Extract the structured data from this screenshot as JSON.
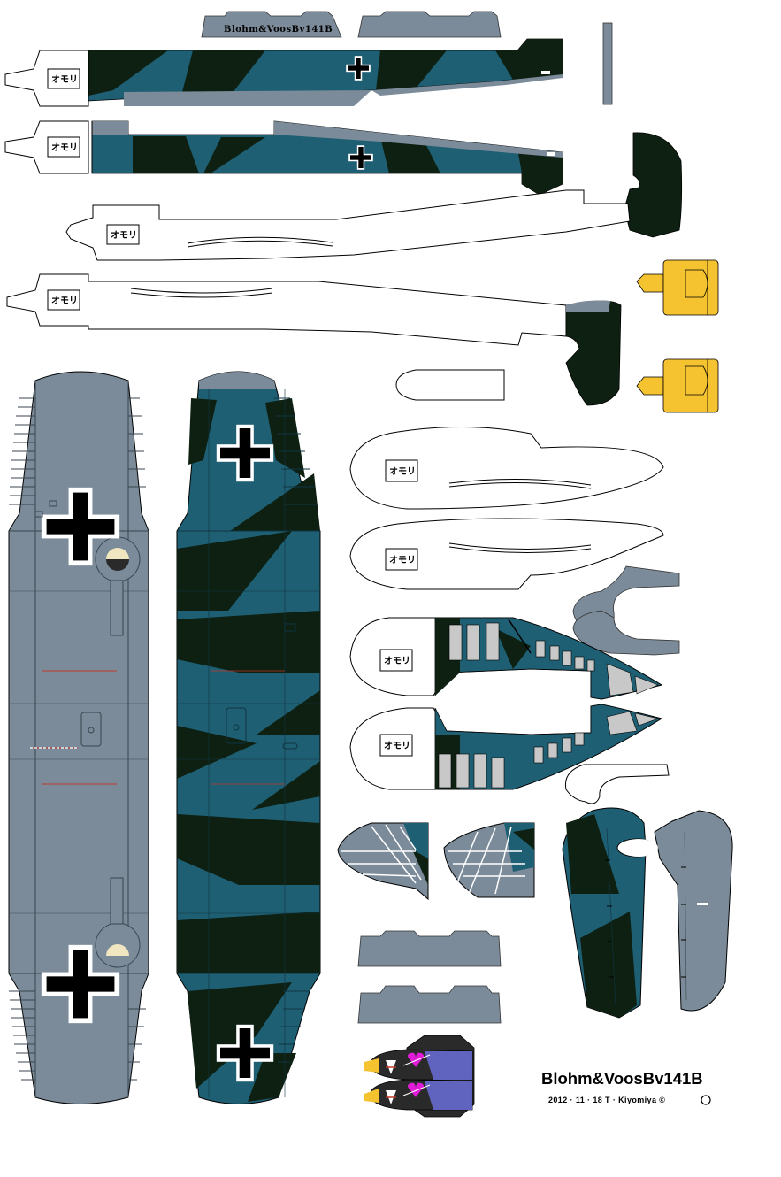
{
  "kit": {
    "title": "Blohm&VoosBv141B",
    "credit": "2012 · 11 · 18   T · Kiyomiya   ©",
    "strip_label": "Blohm&VoosBv141B",
    "weight_label": "オモリ"
  },
  "palette": {
    "grey": "#7b8b99",
    "teal": "#1f5f73",
    "dark": "#0d2012",
    "yellow": "#f5c230",
    "light": "#c8c8c8",
    "outline": "#000000"
  },
  "icons": [
    "balkenkreuz-icon",
    "copyright-icon"
  ]
}
